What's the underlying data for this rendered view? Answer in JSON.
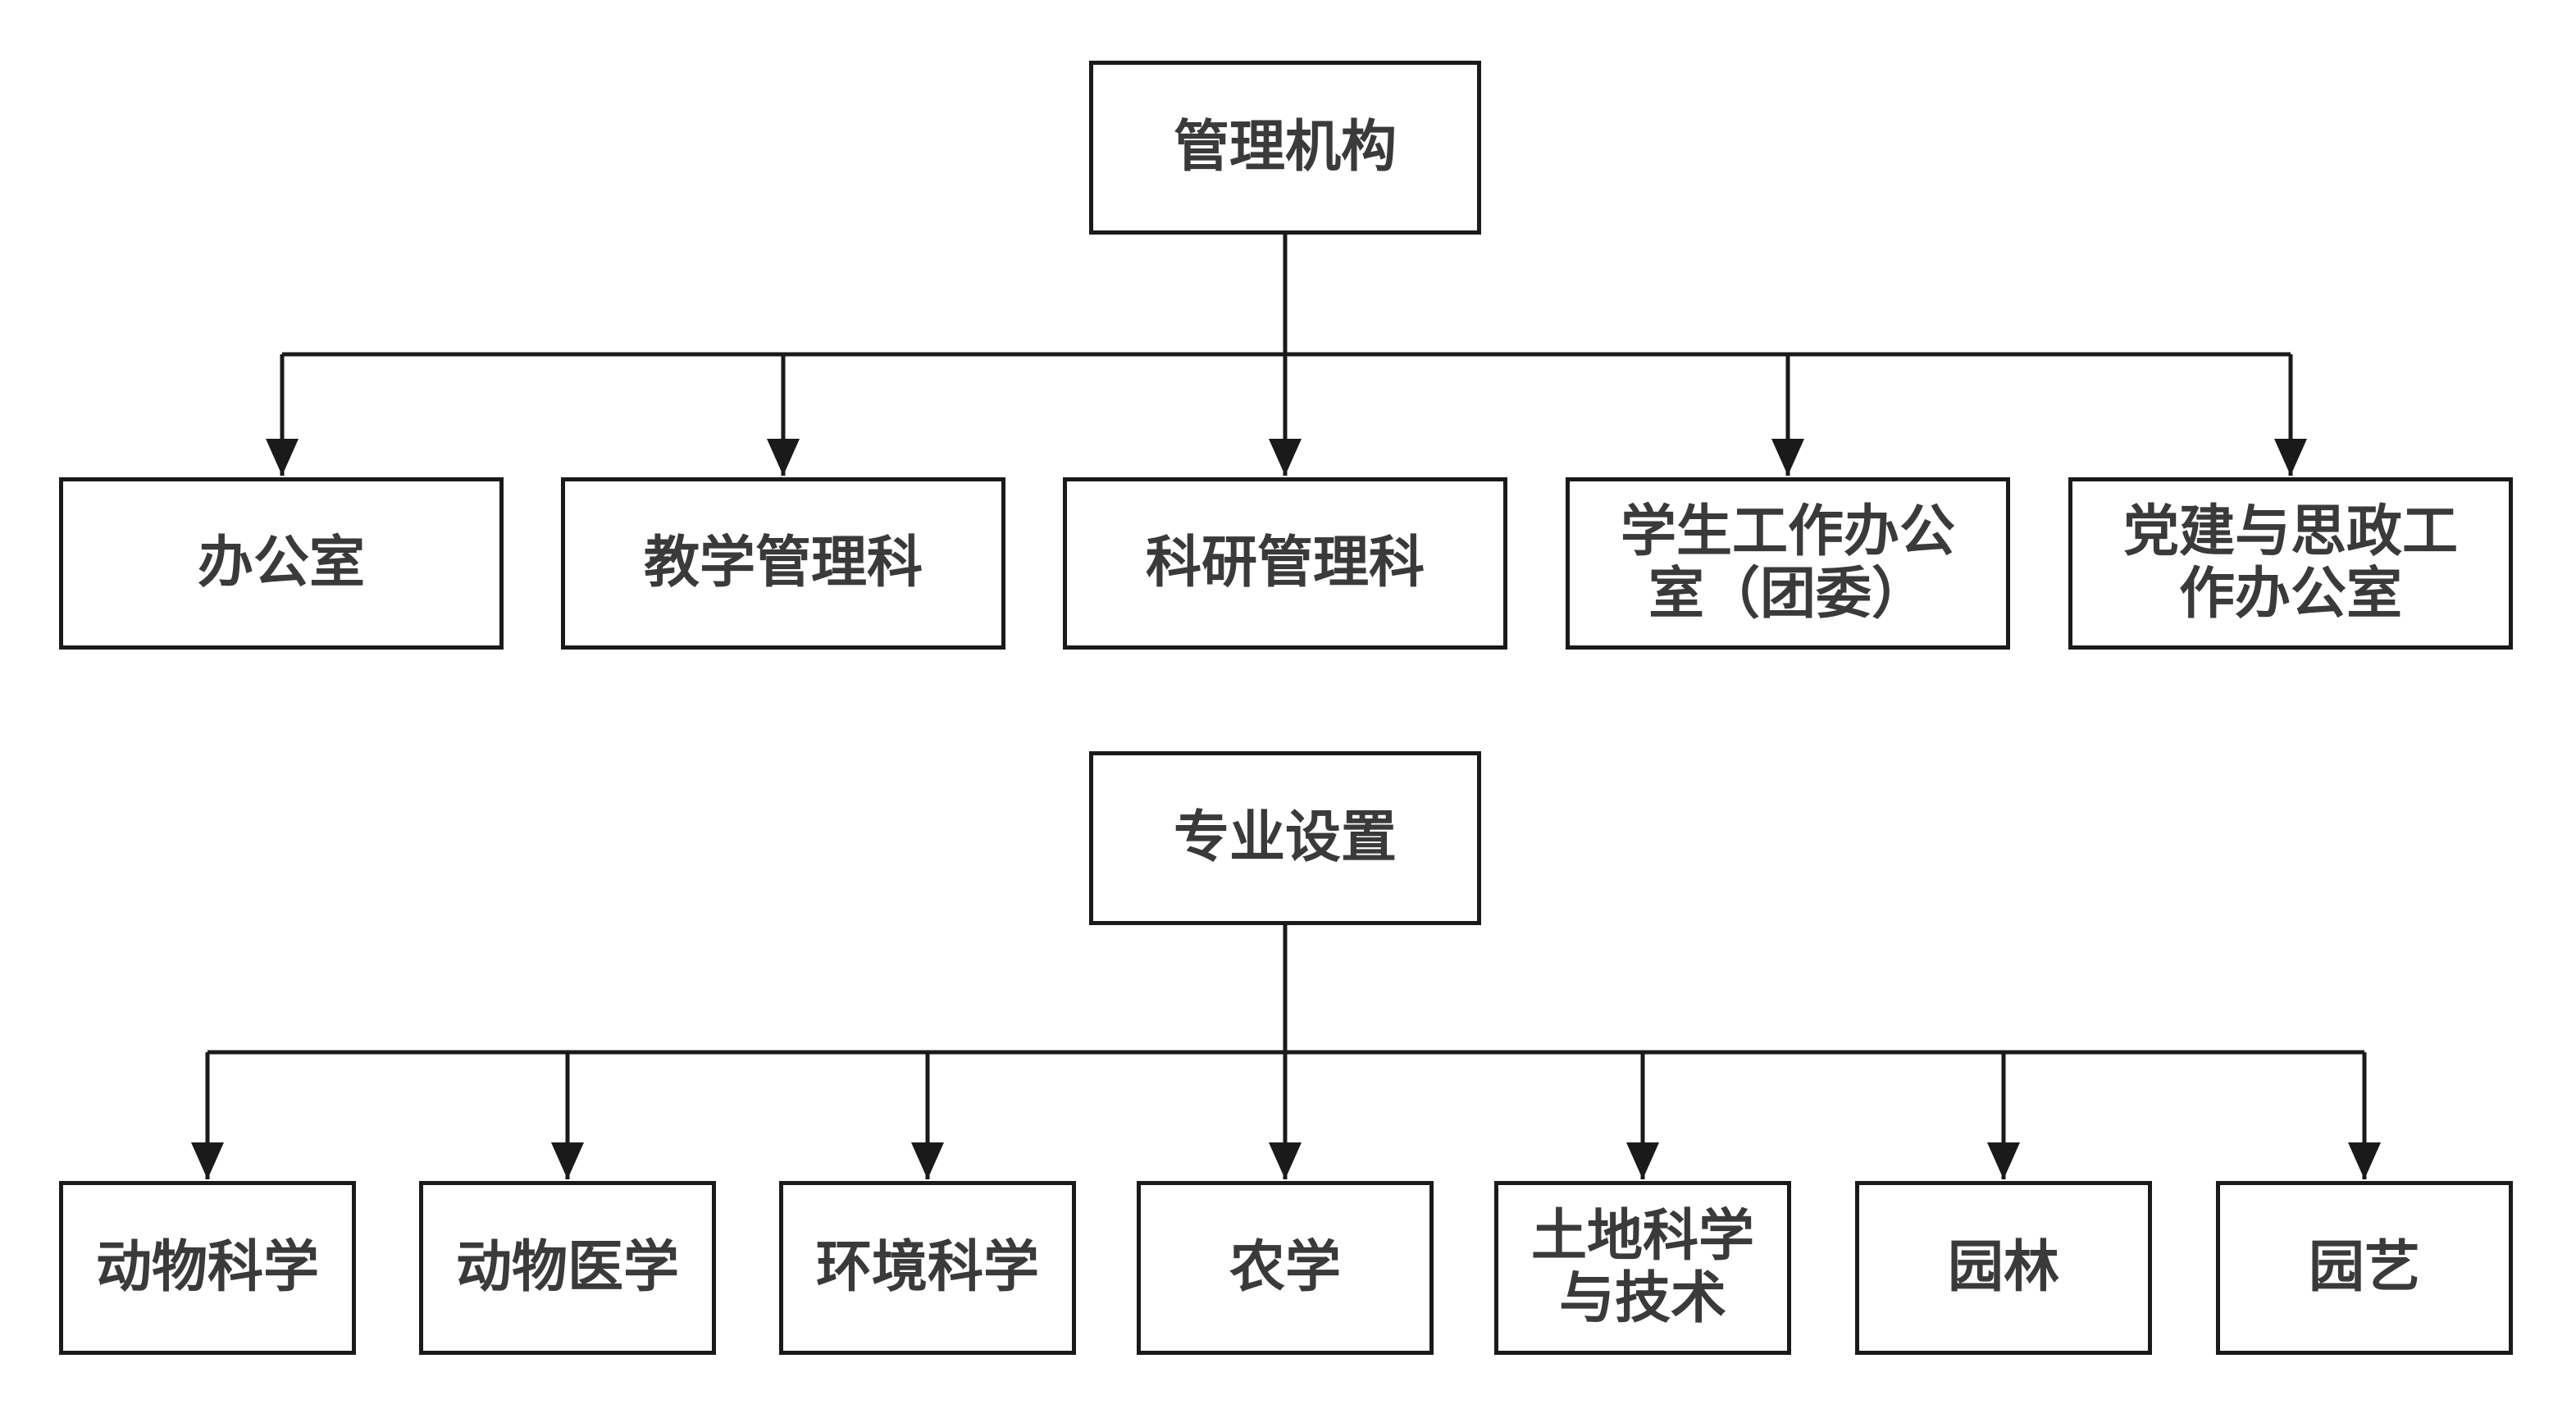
{
  "colors": {
    "stroke": "#1a1a1a",
    "text": "#3a3a3a",
    "background": "#ffffff"
  },
  "section1": {
    "root": "管理机构",
    "children": [
      "办公室",
      "教学管理科",
      "科研管理科",
      "学生工作办公\n室（团委）",
      "党建与思政工\n作办公室"
    ]
  },
  "section2": {
    "root": "专业设置",
    "children": [
      "动物科学",
      "动物医学",
      "环境科学",
      "农学",
      "土地科学\n与技术",
      "园林",
      "园艺"
    ]
  }
}
